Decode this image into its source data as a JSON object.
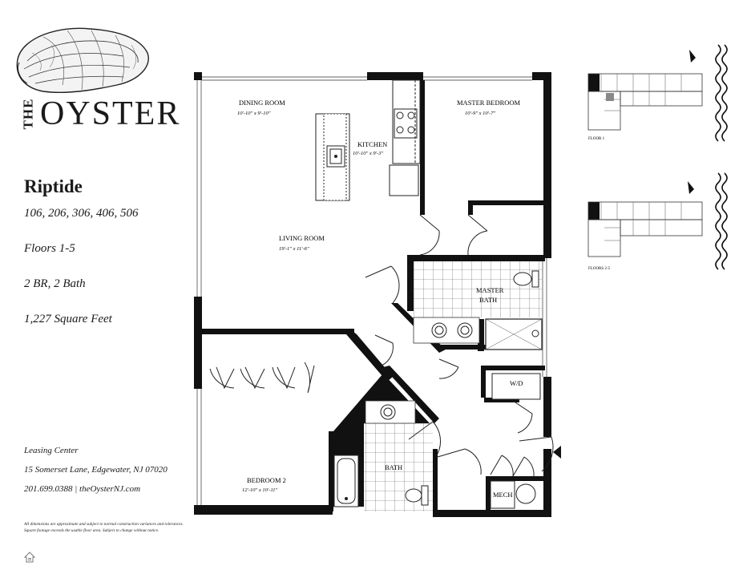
{
  "brand": {
    "prefix": "THE",
    "name": "OYSTER"
  },
  "unit": {
    "name": "Riptide",
    "numbers": "106, 206, 306, 406, 506",
    "floors": "Floors 1-5",
    "rooms": "2 BR, 2 Bath",
    "area": "1,227 Square Feet"
  },
  "leasing": {
    "title": "Leasing Center",
    "address": "15 Somerset Lane, Edgewater, NJ 07020",
    "contact": "201.699.0388   |   theOysterNJ.com"
  },
  "disclaimer": "All dimensions are approximate and subject to normal construction variances and tolerances. Square footage exceeds the usable floor area. Subject to change without notice.",
  "rooms": {
    "dining": {
      "name": "DINING ROOM",
      "dims": "10'-10\" x 9'-10\""
    },
    "kitchen": {
      "name": "KITCHEN",
      "dims": "10'-10\" x 9'-3\""
    },
    "master": {
      "name": "MASTER BEDROOM",
      "dims": "10'-9\" x 10'-7\""
    },
    "living": {
      "name": "LIVING ROOM",
      "dims": "19'-1\" x 11'-6\""
    },
    "master_bath": {
      "line1": "MASTER",
      "line2": "BATH"
    },
    "wd": "W/D",
    "bath": "BATH",
    "mech": "MECH",
    "bedroom2": {
      "name": "BEDROOM 2",
      "dims": "12'-10\" x 10'-11\""
    }
  },
  "keyplans": {
    "floor1": "FLOOR 1",
    "floor25": "FLOORS 2-5"
  },
  "colors": {
    "ink": "#1a1a1a",
    "wall": "#111111",
    "tile": "#555555"
  }
}
